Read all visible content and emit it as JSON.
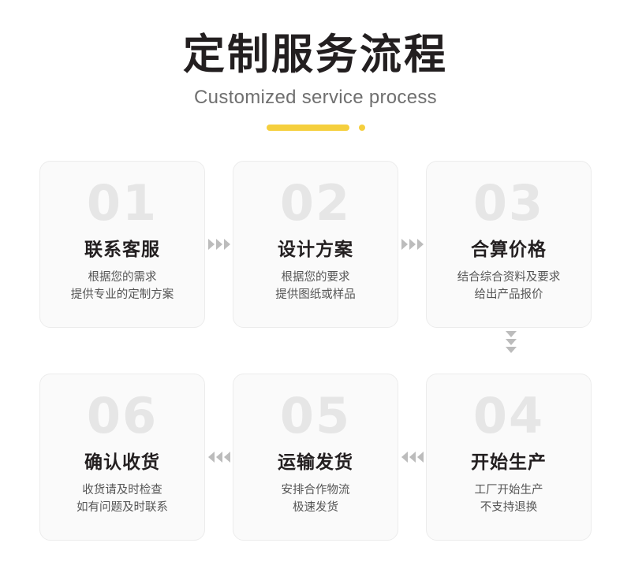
{
  "header": {
    "title_cn": "定制服务流程",
    "title_en": "Customized service process",
    "accent_color": "#f5cf3d"
  },
  "steps": [
    {
      "num": "01",
      "cn": "联系客服",
      "desc_line1": "根据您的需求",
      "desc_line2": "提供专业的定制方案"
    },
    {
      "num": "02",
      "cn": "设计方案",
      "desc_line1": "根据您的要求",
      "desc_line2": "提供图纸或样品"
    },
    {
      "num": "03",
      "cn": "合算价格",
      "desc_line1": "结合综合资料及要求",
      "desc_line2": "给出产品报价"
    },
    {
      "num": "04",
      "cn": "开始生产",
      "desc_line1": "工厂开始生产",
      "desc_line2": "不支持退换"
    },
    {
      "num": "05",
      "cn": "运输发货",
      "desc_line1": "安排合作物流",
      "desc_line2": "极速发货"
    },
    {
      "num": "06",
      "cn": "确认收货",
      "desc_line1": "收货请及时检查",
      "desc_line2": "如有问题及时联系"
    }
  ]
}
